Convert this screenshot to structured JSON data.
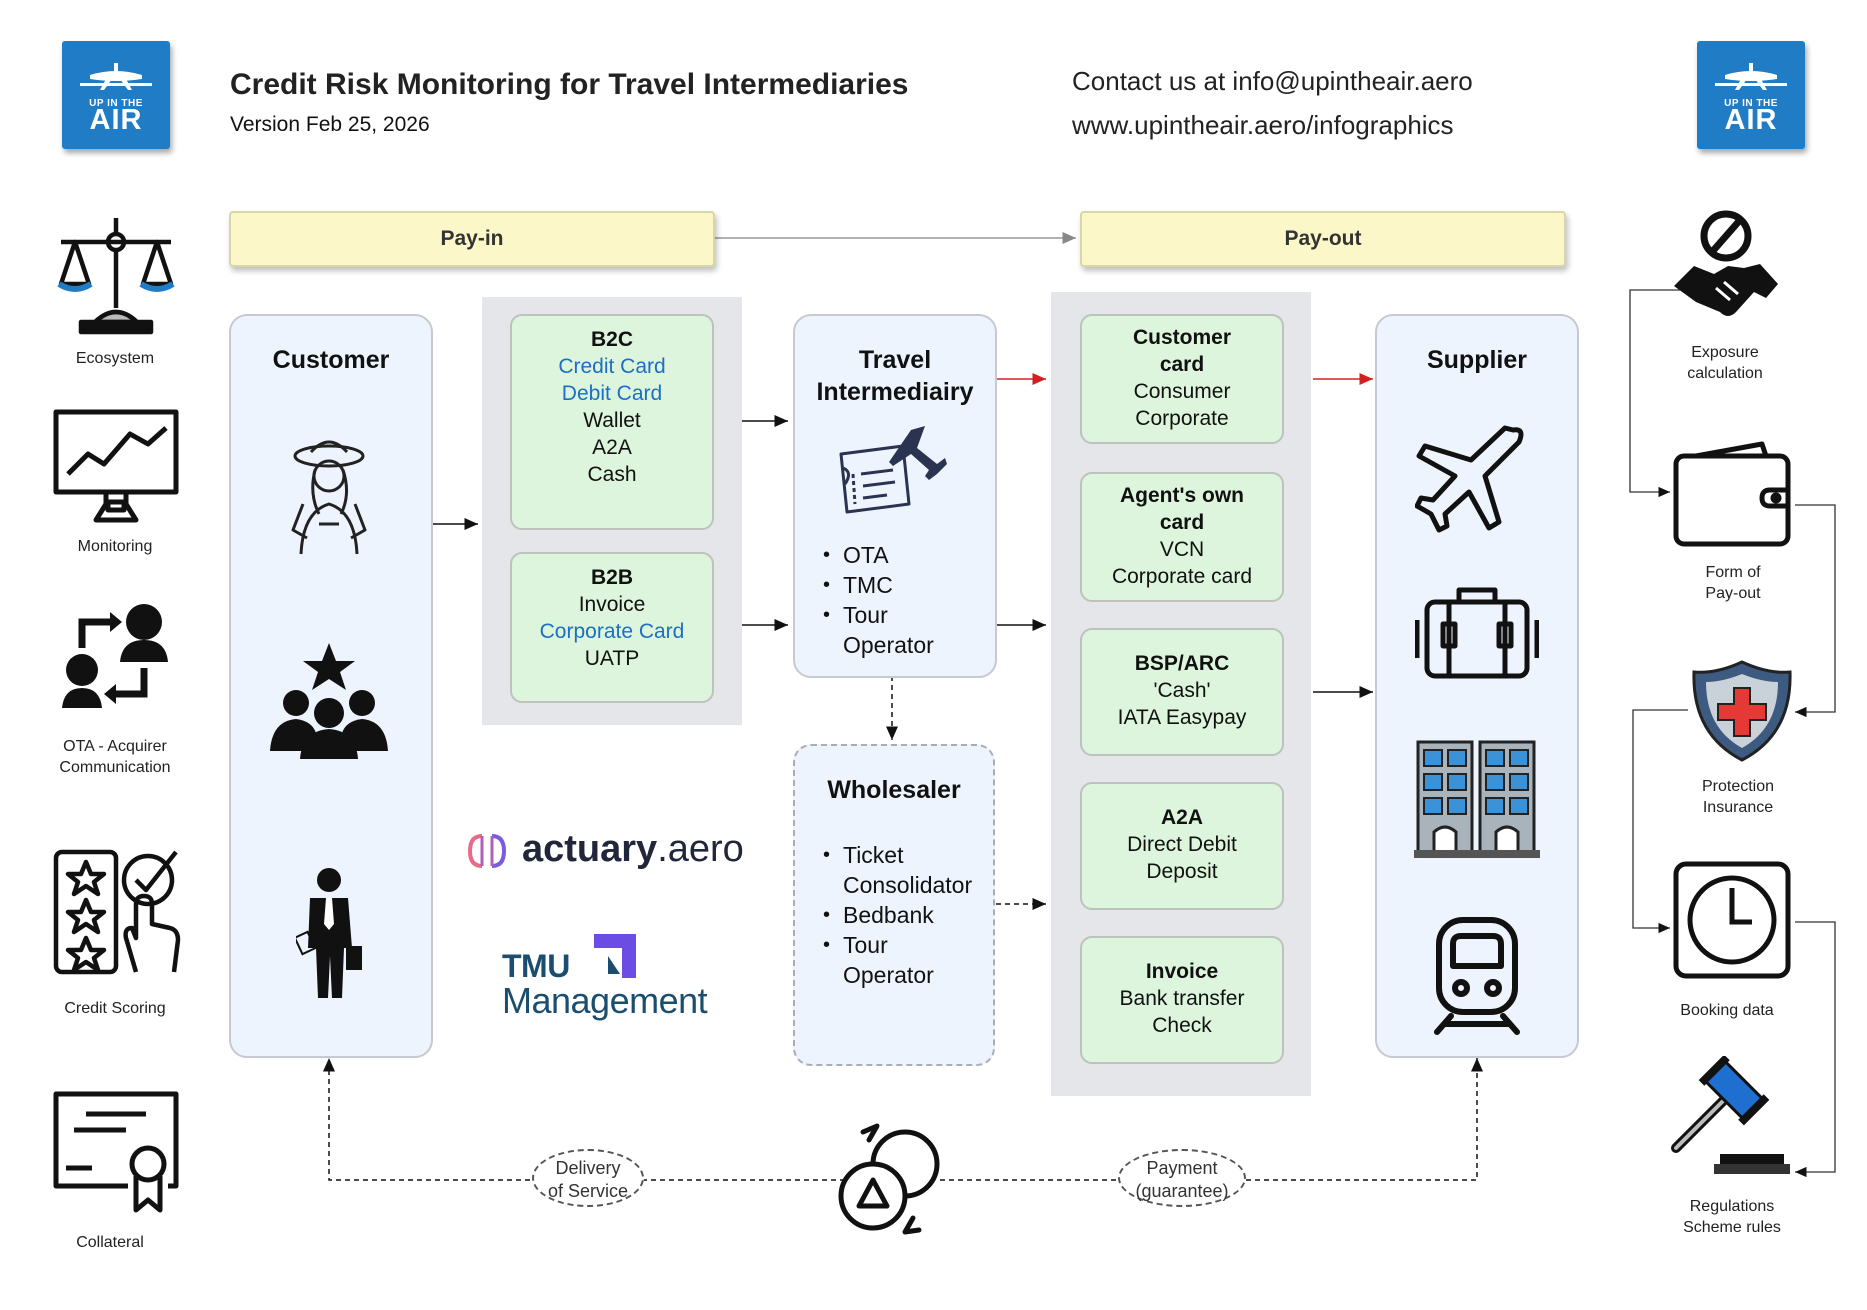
{
  "header": {
    "logo_small": "UP IN THE",
    "logo_big": "AIR",
    "title": "Credit Risk Monitoring for Travel Intermediaries",
    "version": "Version Feb 25, 2026",
    "contact": "Contact us at info@upintheair.aero",
    "website": "www.upintheair.aero/infographics"
  },
  "banners": {
    "payin": "Pay-in",
    "payout": "Pay-out"
  },
  "left_sidebar": [
    {
      "label": "Ecosystem",
      "icon": "scales-icon"
    },
    {
      "label": "Monitoring",
      "icon": "monitor-chart-icon"
    },
    {
      "label": "OTA - Acquirer\nCommunication",
      "icon": "communication-icon"
    },
    {
      "label": "Credit Scoring",
      "icon": "star-rating-icon"
    },
    {
      "label": "Collateral",
      "icon": "certificate-icon"
    }
  ],
  "right_sidebar": [
    {
      "label": "Exposure\ncalculation",
      "icon": "no-handshake-icon"
    },
    {
      "label": "Form of\nPay-out",
      "icon": "wallet-icon"
    },
    {
      "label": "Protection\nInsurance",
      "icon": "shield-cross-icon"
    },
    {
      "label": "Booking data",
      "icon": "clock-icon"
    },
    {
      "label": "Regulations\nScheme rules",
      "icon": "gavel-icon"
    }
  ],
  "customer": {
    "title": "Customer"
  },
  "payin_boxes": {
    "b2c": {
      "title": "B2C",
      "blue": [
        "Credit Card",
        "Debit Card"
      ],
      "black": [
        "Wallet",
        "A2A",
        "Cash"
      ]
    },
    "b2b": {
      "title": "B2B",
      "line1": "Invoice",
      "line2": "Corporate Card",
      "line3": "UATP"
    }
  },
  "intermediary": {
    "title_line1": "Travel",
    "title_line2": "Intermediairy",
    "bullet1": "OTA",
    "bullet2": "TMC",
    "bullet3_a": "Tour",
    "bullet3_b": "Operator"
  },
  "wholesaler": {
    "title": "Wholesaler",
    "b1_a": "Ticket",
    "b1_b": "Consolidator",
    "b2": "Bedbank",
    "b3_a": "Tour",
    "b3_b": "Operator"
  },
  "payout_boxes": [
    {
      "title": [
        "Customer",
        "card"
      ],
      "lines": [
        "Consumer",
        "Corporate"
      ]
    },
    {
      "title": [
        "Agent's own",
        "card"
      ],
      "lines": [
        "VCN",
        "Corporate card"
      ]
    },
    {
      "title": [
        "BSP/ARC"
      ],
      "lines": [
        "'Cash'",
        "IATA Easypay"
      ]
    },
    {
      "title": [
        "A2A"
      ],
      "lines": [
        "Direct Debit",
        "Deposit"
      ]
    },
    {
      "title": [
        "Invoice"
      ],
      "lines": [
        "Bank transfer",
        "Check"
      ]
    }
  ],
  "supplier": {
    "title": "Supplier"
  },
  "bottom": {
    "delivery_l1": "Delivery",
    "delivery_l2": "of Service",
    "payment_l1": "Payment",
    "payment_l2": "(guarantee)"
  },
  "partners": {
    "actuary_bold": "actuary",
    "actuary_light": ".aero",
    "tmu": "TMU",
    "management": "Management"
  },
  "colors": {
    "brand_blue": "#1f7cc5",
    "banner_yellow": "#fbf7c8",
    "column_blue": "#eef4fd",
    "box_green": "#dcf5dc",
    "link_blue": "#1d6fc4",
    "arrow_red": "#d22020"
  }
}
